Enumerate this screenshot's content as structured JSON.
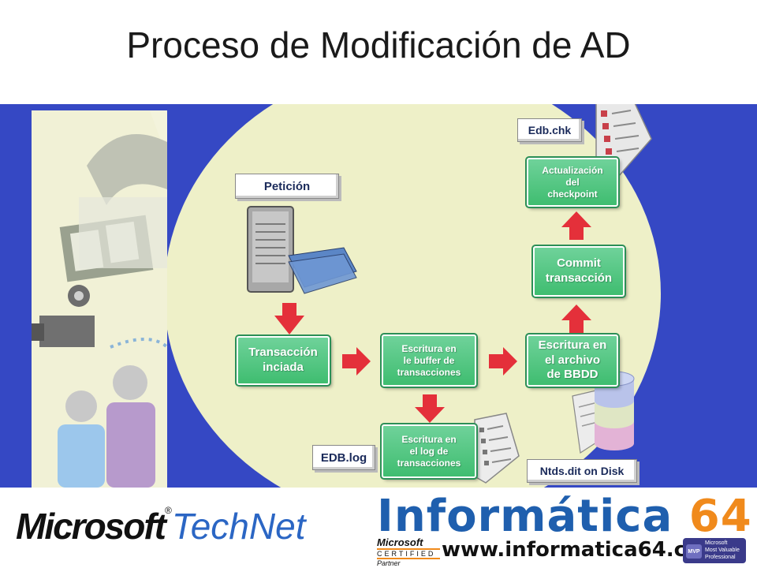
{
  "slide": {
    "title": "Proceso de Modificación de AD"
  },
  "diagram": {
    "labels": {
      "peticion": "Petición",
      "edb_chk": "Edb.chk",
      "edb_log": "EDB.log",
      "ntds": "Ntds.dit on Disk"
    },
    "steps": {
      "transaccion": [
        "Transacción",
        "inciada"
      ],
      "buffer": [
        "Escritura en",
        "le buffer de",
        "transacciones"
      ],
      "archivo": [
        "Escritura en",
        "el archivo",
        "de BBDD"
      ],
      "commit": [
        "Commit",
        "transacción"
      ],
      "checkpoint": [
        "Actualización",
        "del",
        "checkpoint"
      ],
      "log": [
        "Escritura en",
        "el log de",
        "transacciones"
      ]
    },
    "colors": {
      "band": "#3548c4",
      "ellipse": "#eef0c8",
      "step_green": "#4cc47c",
      "arrow_red": "#e4303a"
    }
  },
  "footer": {
    "ms_brand": "Microsoft",
    "ms_product": "TechNet",
    "informatica": "Informática",
    "informatica_num": "64",
    "url": "www.informatica64.com",
    "ms_certified": [
      "Microsoft",
      "CERTIFIED",
      "Partner"
    ],
    "mvp": [
      "MVP",
      "Microsoft",
      "Most Valuable",
      "Professional"
    ]
  }
}
